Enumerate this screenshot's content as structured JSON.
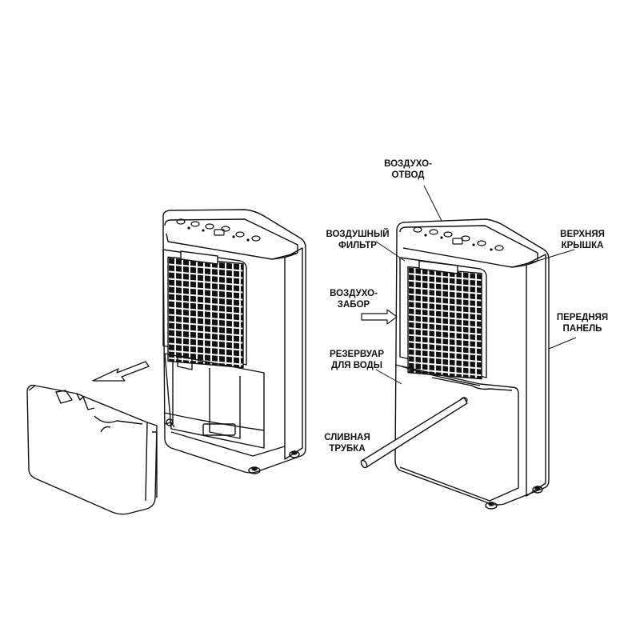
{
  "labels": {
    "air_outlet": {
      "line1": "ВОЗДУХО-",
      "line2": "ОТВОД"
    },
    "air_filter": {
      "line1": "ВОЗДУШНЫЙ",
      "line2": "ФИЛЬТР"
    },
    "air_intake": {
      "line1": "ВОЗДУХО-",
      "line2": "ЗАБОР"
    },
    "water_tank": {
      "line1": "РЕЗЕРВУАР",
      "line2": "ДЛЯ ВОДЫ"
    },
    "drain_tube": {
      "line1": "СЛИВНАЯ",
      "line2": "ТРУБКА"
    },
    "top_cover": {
      "line1": "ВЕРХНЯЯ",
      "line2": "КРЫШКА"
    },
    "front_panel": {
      "line1": "ПЕРЕДНЯЯ",
      "line2": "ПАНЕЛЬ"
    }
  },
  "colors": {
    "line": "#111111",
    "background": "#ffffff"
  },
  "icons": [
    "removal-arrow-icon",
    "air-intake-arrow-icon"
  ]
}
